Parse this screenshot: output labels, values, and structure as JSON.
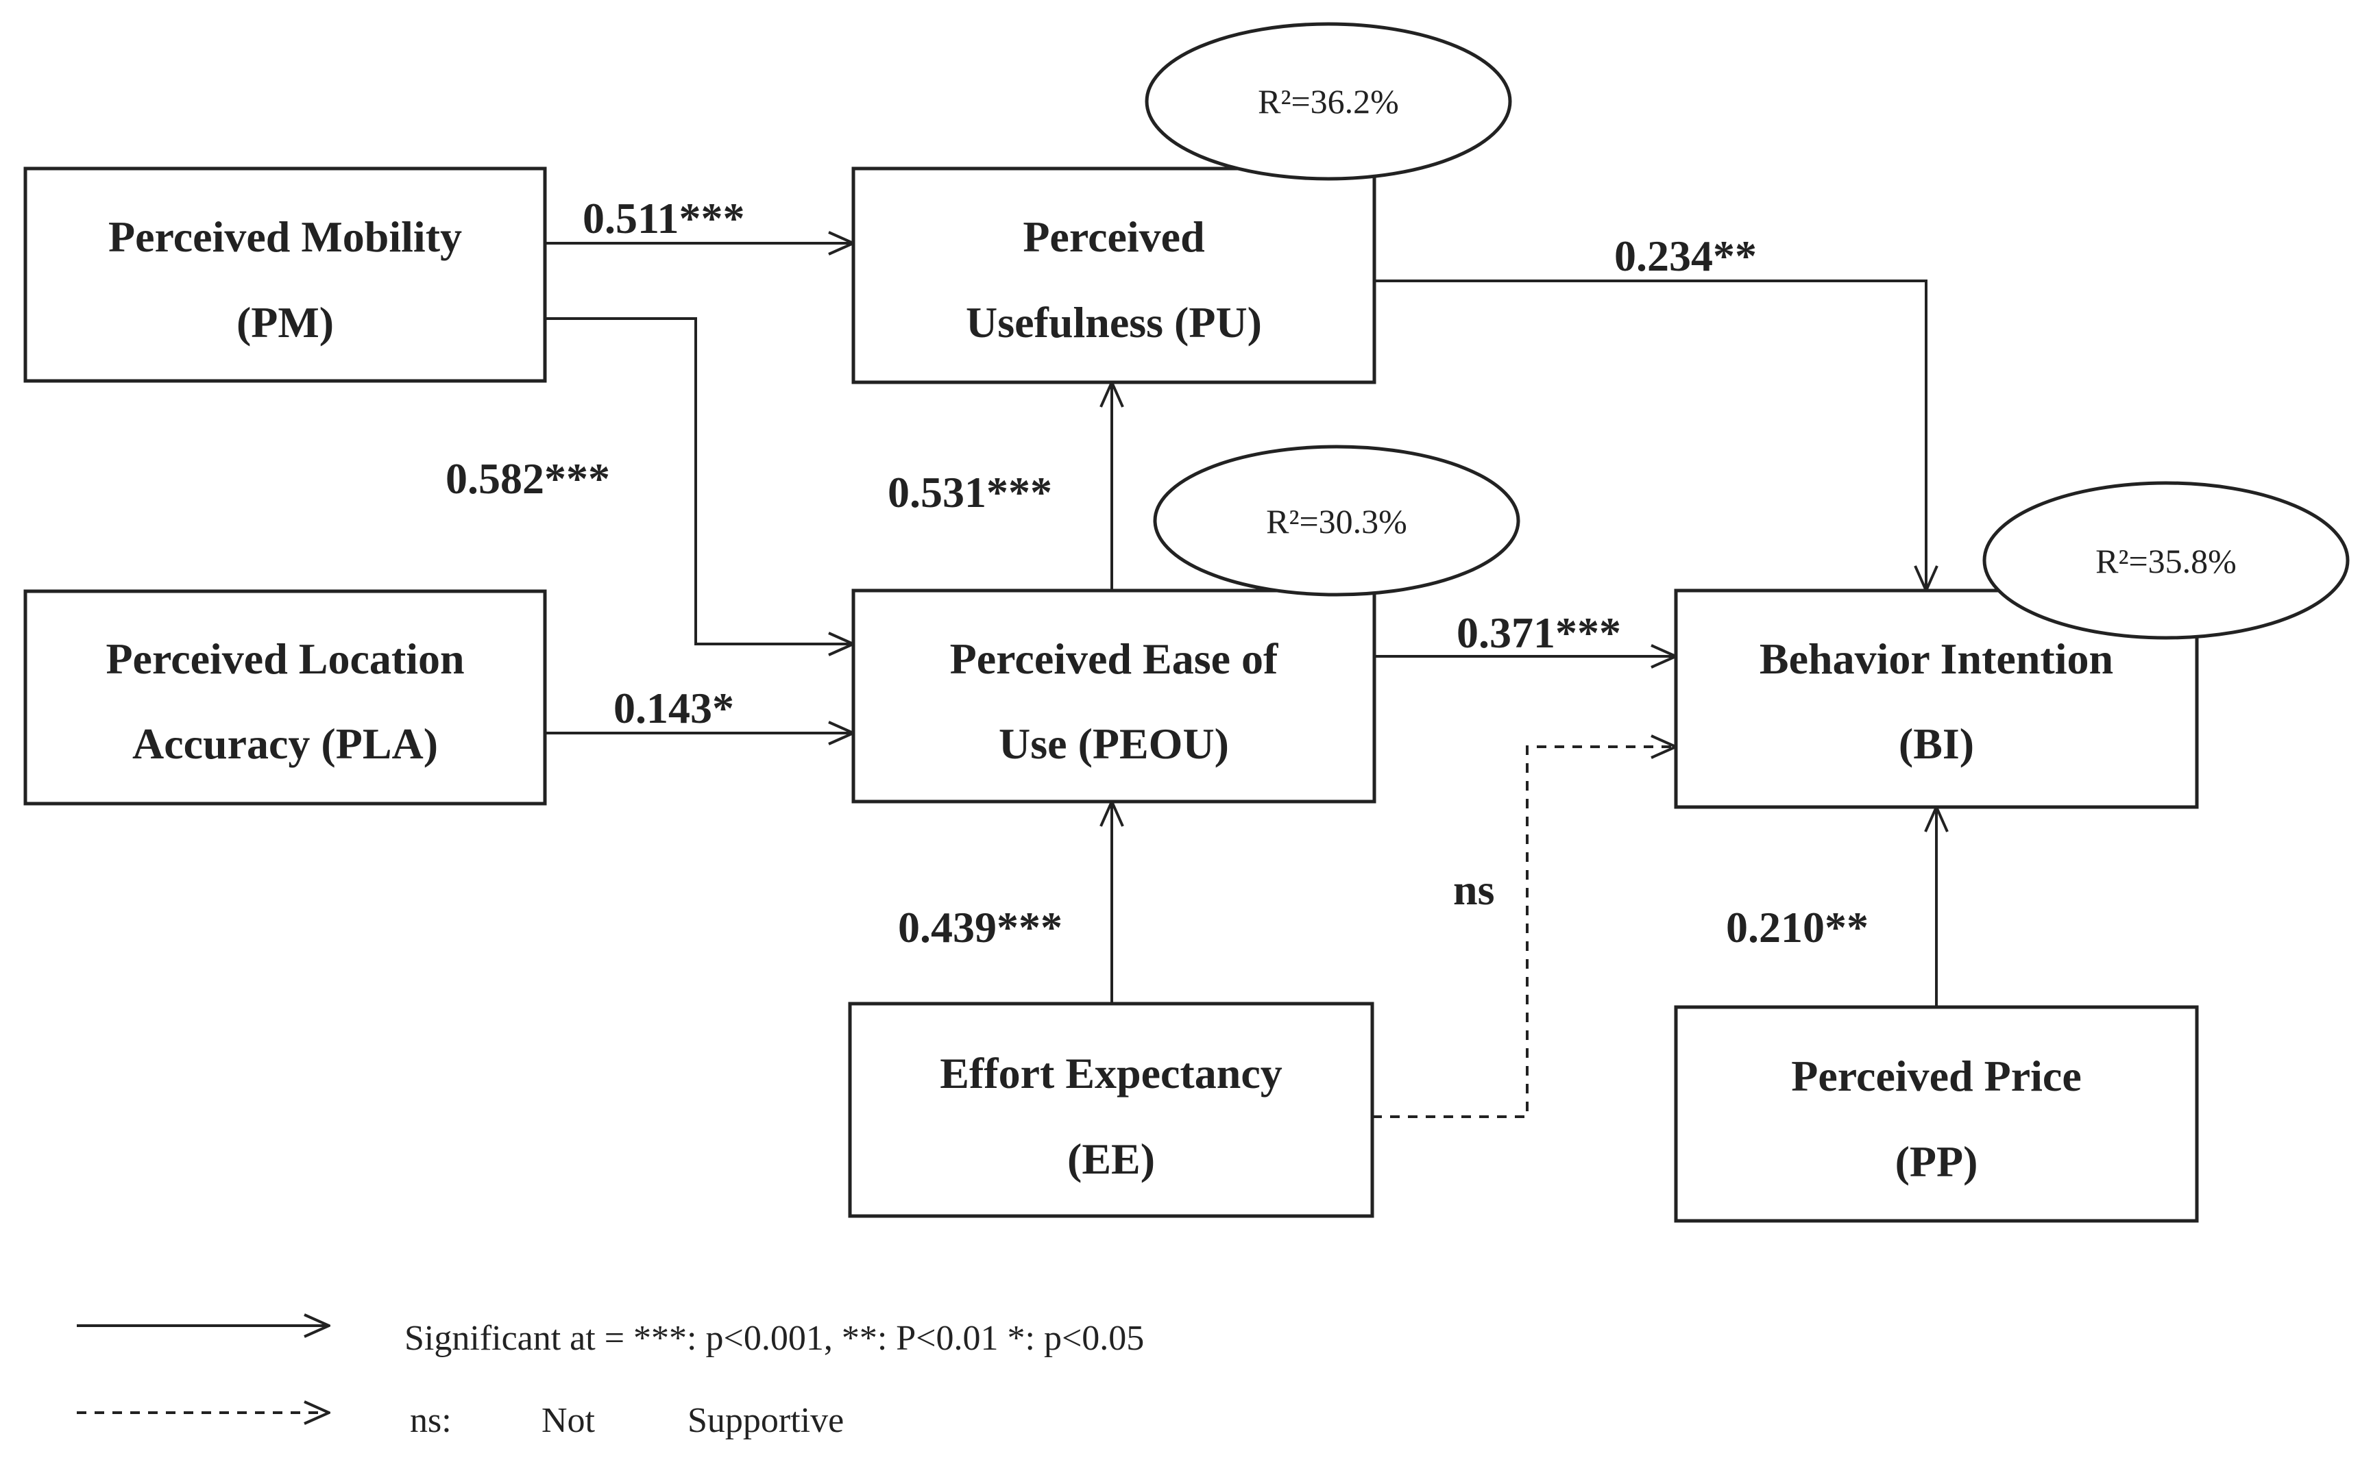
{
  "nodes": {
    "pm": {
      "line1": "Perceived Mobility",
      "line2": "(PM)"
    },
    "pla": {
      "line1": "Perceived Location",
      "line2": "Accuracy (PLA)"
    },
    "pu": {
      "line1": "Perceived",
      "line2": "Usefulness (PU)"
    },
    "peou": {
      "line1": "Perceived Ease of",
      "line2": "Use (PEOU)"
    },
    "ee": {
      "line1": "Effort Expectancy",
      "line2": "(EE)"
    },
    "bi": {
      "line1": "Behavior Intention",
      "line2": "(BI)"
    },
    "pp": {
      "line1": "Perceived Price",
      "line2": "(PP)"
    }
  },
  "r2": {
    "pu": "R²=36.2%",
    "peou": "R²=30.3%",
    "bi": "R²=35.8%"
  },
  "paths": {
    "pm_pu": "0.511***",
    "pm_peou": "0.582***",
    "pla_peou": "0.143*",
    "peou_pu": "0.531***",
    "pu_bi": "0.234**",
    "peou_bi": "0.371***",
    "ee_peou": "0.439***",
    "ee_bi": "ns",
    "pp_bi": "0.210**"
  },
  "legend": {
    "significant": "Significant at = ***: p<0.001, **: P<0.01 *: p<0.05",
    "ns_label": "ns:",
    "ns_not": "Not",
    "ns_supportive": "Supportive"
  }
}
